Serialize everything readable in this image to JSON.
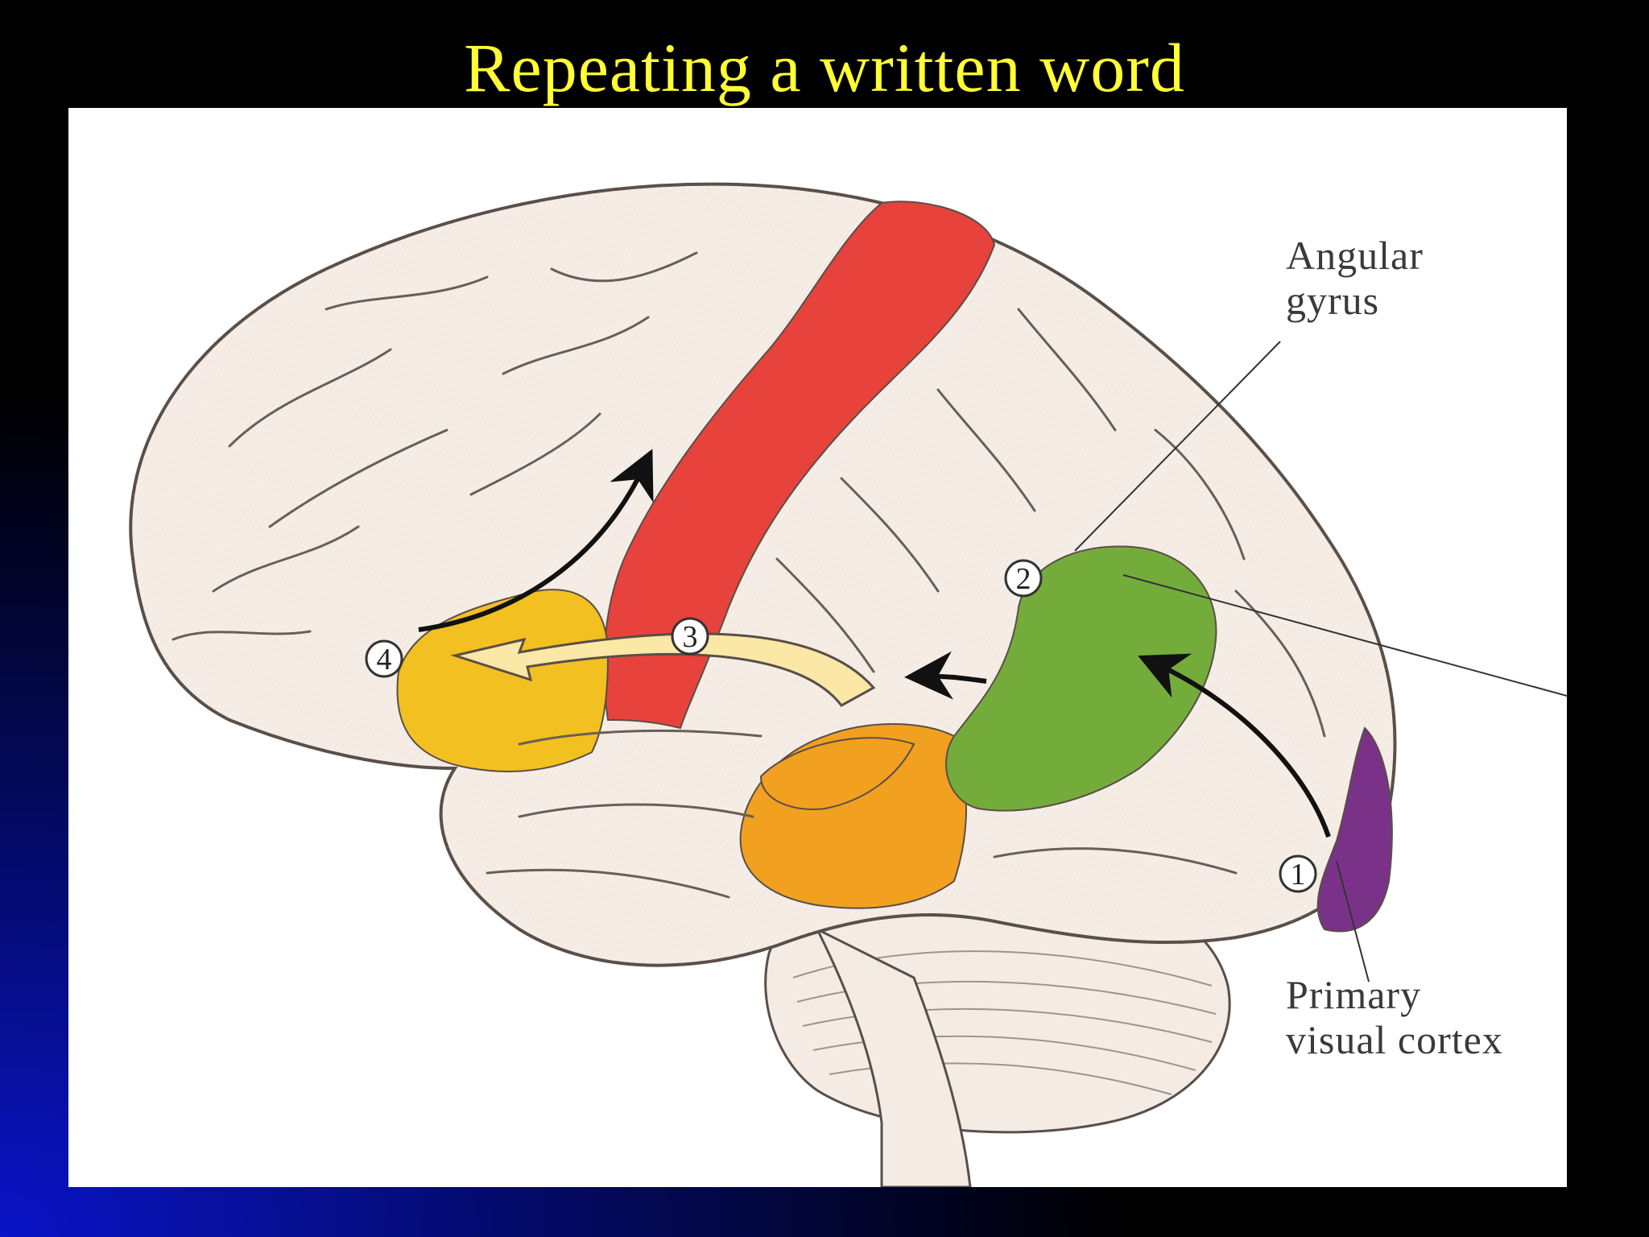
{
  "slide": {
    "title": "Repeating a written word",
    "title_color": "#ffff33"
  },
  "diagram": {
    "labels": {
      "angular_line1": "Angular",
      "angular_line2": "gyrus",
      "visual_line1": "Primary",
      "visual_line2": "visual cortex"
    },
    "steps": [
      "1",
      "2",
      "3",
      "4"
    ],
    "region_colors": {
      "motor_cortex": "#e8423c",
      "brocas_area": "#f2c020",
      "wernickes_area": "#f2a020",
      "angular_gyrus": "#74ac3c",
      "visual_cortex": "#7a3288",
      "brain_tissue": "#f6eee6",
      "outline": "#5a4e48"
    }
  }
}
